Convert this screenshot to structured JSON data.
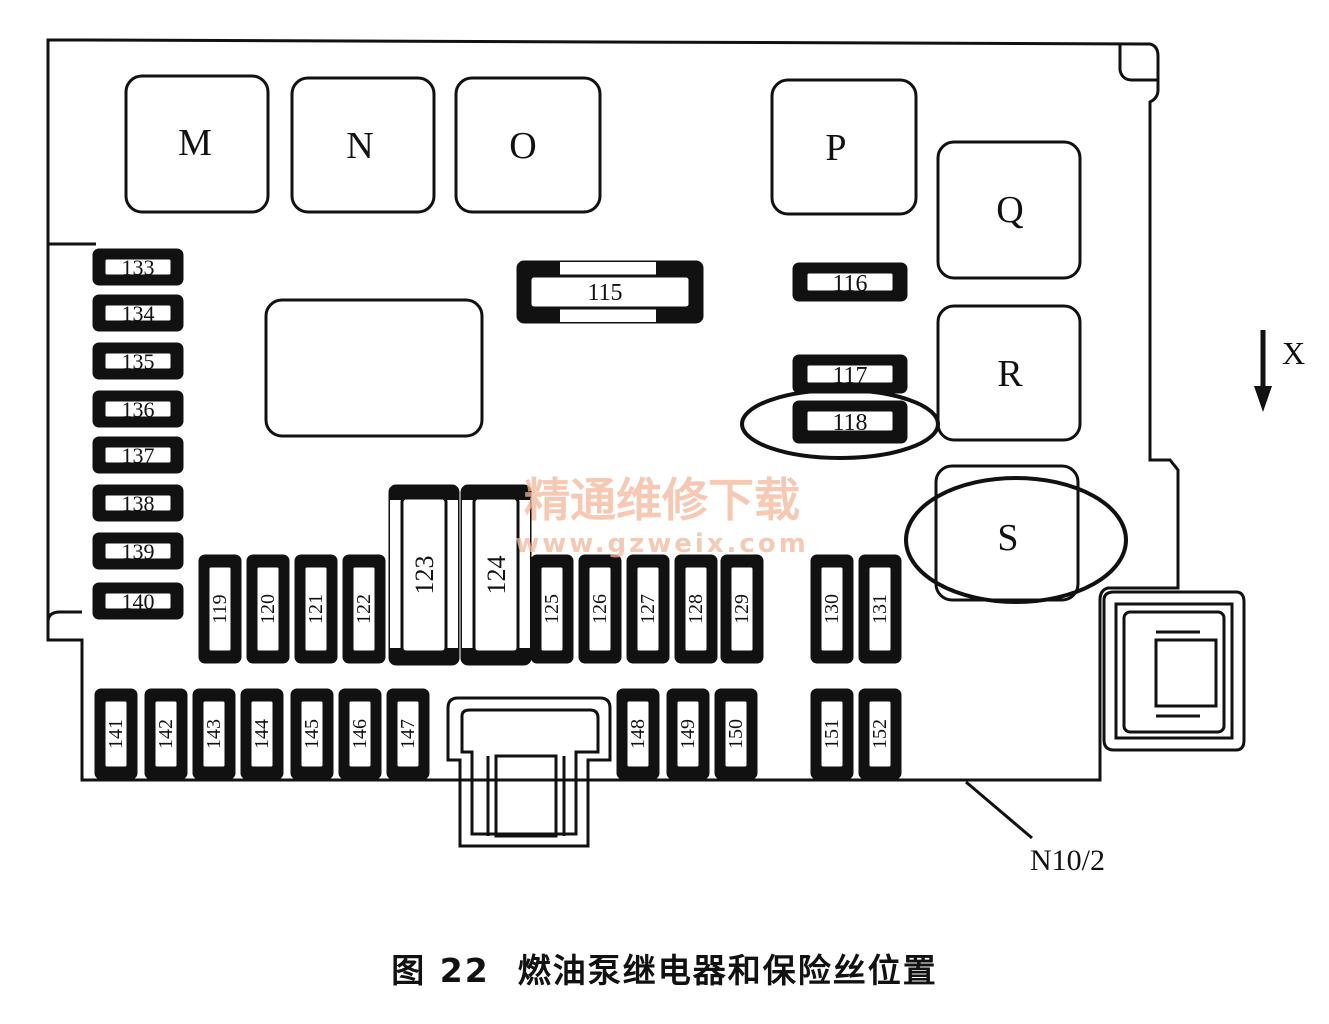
{
  "relays": {
    "M": "M",
    "N": "N",
    "O": "O",
    "P": "P",
    "Q": "Q",
    "R": "R",
    "S": "S"
  },
  "fuses": {
    "f115": "115",
    "f116": "116",
    "f117": "117",
    "f118": "118",
    "f119": "119",
    "f120": "120",
    "f121": "121",
    "f122": "122",
    "f123": "123",
    "f124": "124",
    "f125": "125",
    "f126": "126",
    "f127": "127",
    "f128": "128",
    "f129": "129",
    "f130": "130",
    "f131": "131",
    "f133": "133",
    "f134": "134",
    "f135": "135",
    "f136": "136",
    "f137": "137",
    "f138": "138",
    "f139": "139",
    "f140": "140",
    "f141": "141",
    "f142": "142",
    "f143": "143",
    "f144": "144",
    "f145": "145",
    "f146": "146",
    "f147": "147",
    "f148": "148",
    "f149": "149",
    "f150": "150",
    "f151": "151",
    "f152": "152"
  },
  "direction_label": "X",
  "component_label": "N10/2",
  "watermark": {
    "cn": "精通维修下载",
    "url": "www.gzweix.com"
  },
  "caption": {
    "figure": "图 22",
    "title": "燃油泵继电器和保险丝位置"
  }
}
